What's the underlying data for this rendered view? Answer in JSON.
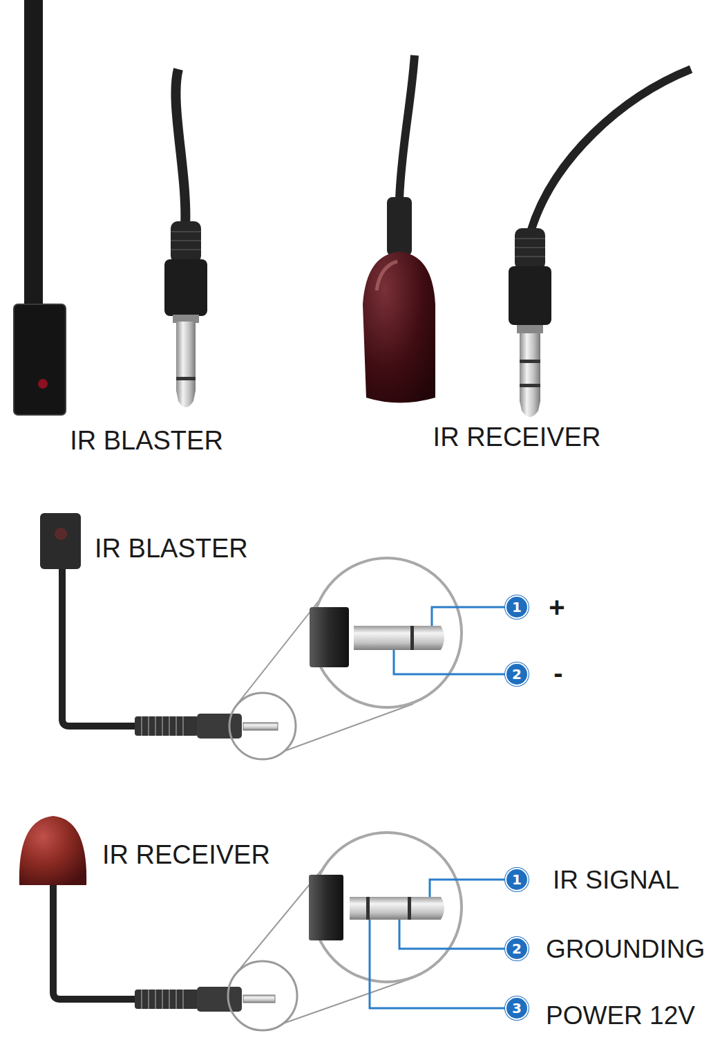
{
  "diagram": {
    "nodes": [
      {
        "text": [
          "1"
        ]
      },
      {
        "text": [
          "2"
        ]
      },
      {
        "text": [
          "1"
        ]
      },
      {
        "text": [
          "2"
        ]
      },
      {
        "text": [
          "3"
        ]
      }
    ],
    "labels": [
      "IR BLASTER",
      "IR RECEIVER",
      "IR BLASTER",
      "+",
      "-",
      "IR RECEIVER",
      "IR SIGNAL",
      "GROUNDING",
      "POWER 12V"
    ]
  }
}
